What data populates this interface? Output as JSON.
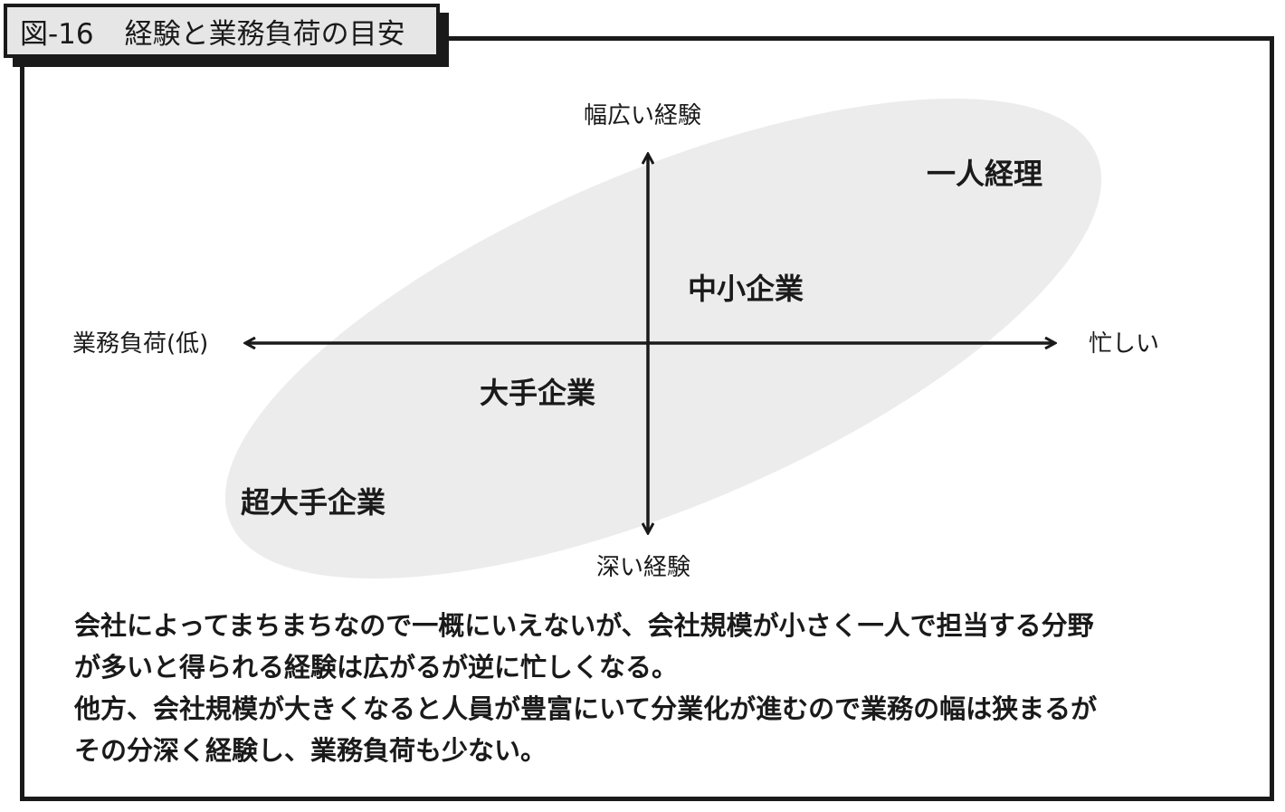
{
  "figure": {
    "number": "図-16",
    "title": "経験と業務負荷の目安"
  },
  "axes": {
    "top": "幅広い経験",
    "bottom": "深い経験",
    "left": "業務負荷(低)",
    "right": "忙しい"
  },
  "regions": {
    "solo": "一人経理",
    "sme": "中小企業",
    "large": "大手企業",
    "very_large": "超大手企業"
  },
  "description": {
    "line1": "会社によってまちまちなので一概にいえないが、会社規模が小さく一人で担当する分野",
    "line2": "が多いと得られる経験は広がるが逆に忙しくなる。",
    "line3": "他方、会社規模が大きくなると人員が豊富にいて分業化が進むので業務の幅は狭まるが",
    "line4": "その分深く経験し、業務負荷も少ない。"
  },
  "colors": {
    "ink": "#1a1a1a",
    "ellipse": "#ececec",
    "title_bg": "#e6e6e6"
  }
}
